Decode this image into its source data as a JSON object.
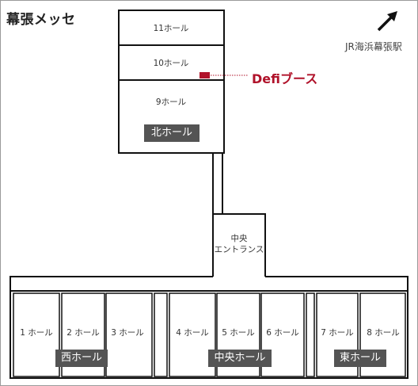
{
  "title": "幕張メッセ",
  "station": "JR海浜幕張駅",
  "booth_label": "Defiブース",
  "halls_north": [
    "11ホール",
    "10ホール",
    "9ホール"
  ],
  "north_group": "北ホール",
  "central_entrance": [
    "中央",
    "エントランス"
  ],
  "halls_south": [
    "1 ホール",
    "2 ホール",
    "3 ホール",
    "4 ホール",
    "5 ホール",
    "6 ホール",
    "7 ホール",
    "8 ホール"
  ],
  "groups": {
    "west": "西ホール",
    "center": "中央ホール",
    "east": "東ホール"
  },
  "colors": {
    "booth": "#b0122a",
    "badge": "#545454",
    "wall": "#111111"
  }
}
